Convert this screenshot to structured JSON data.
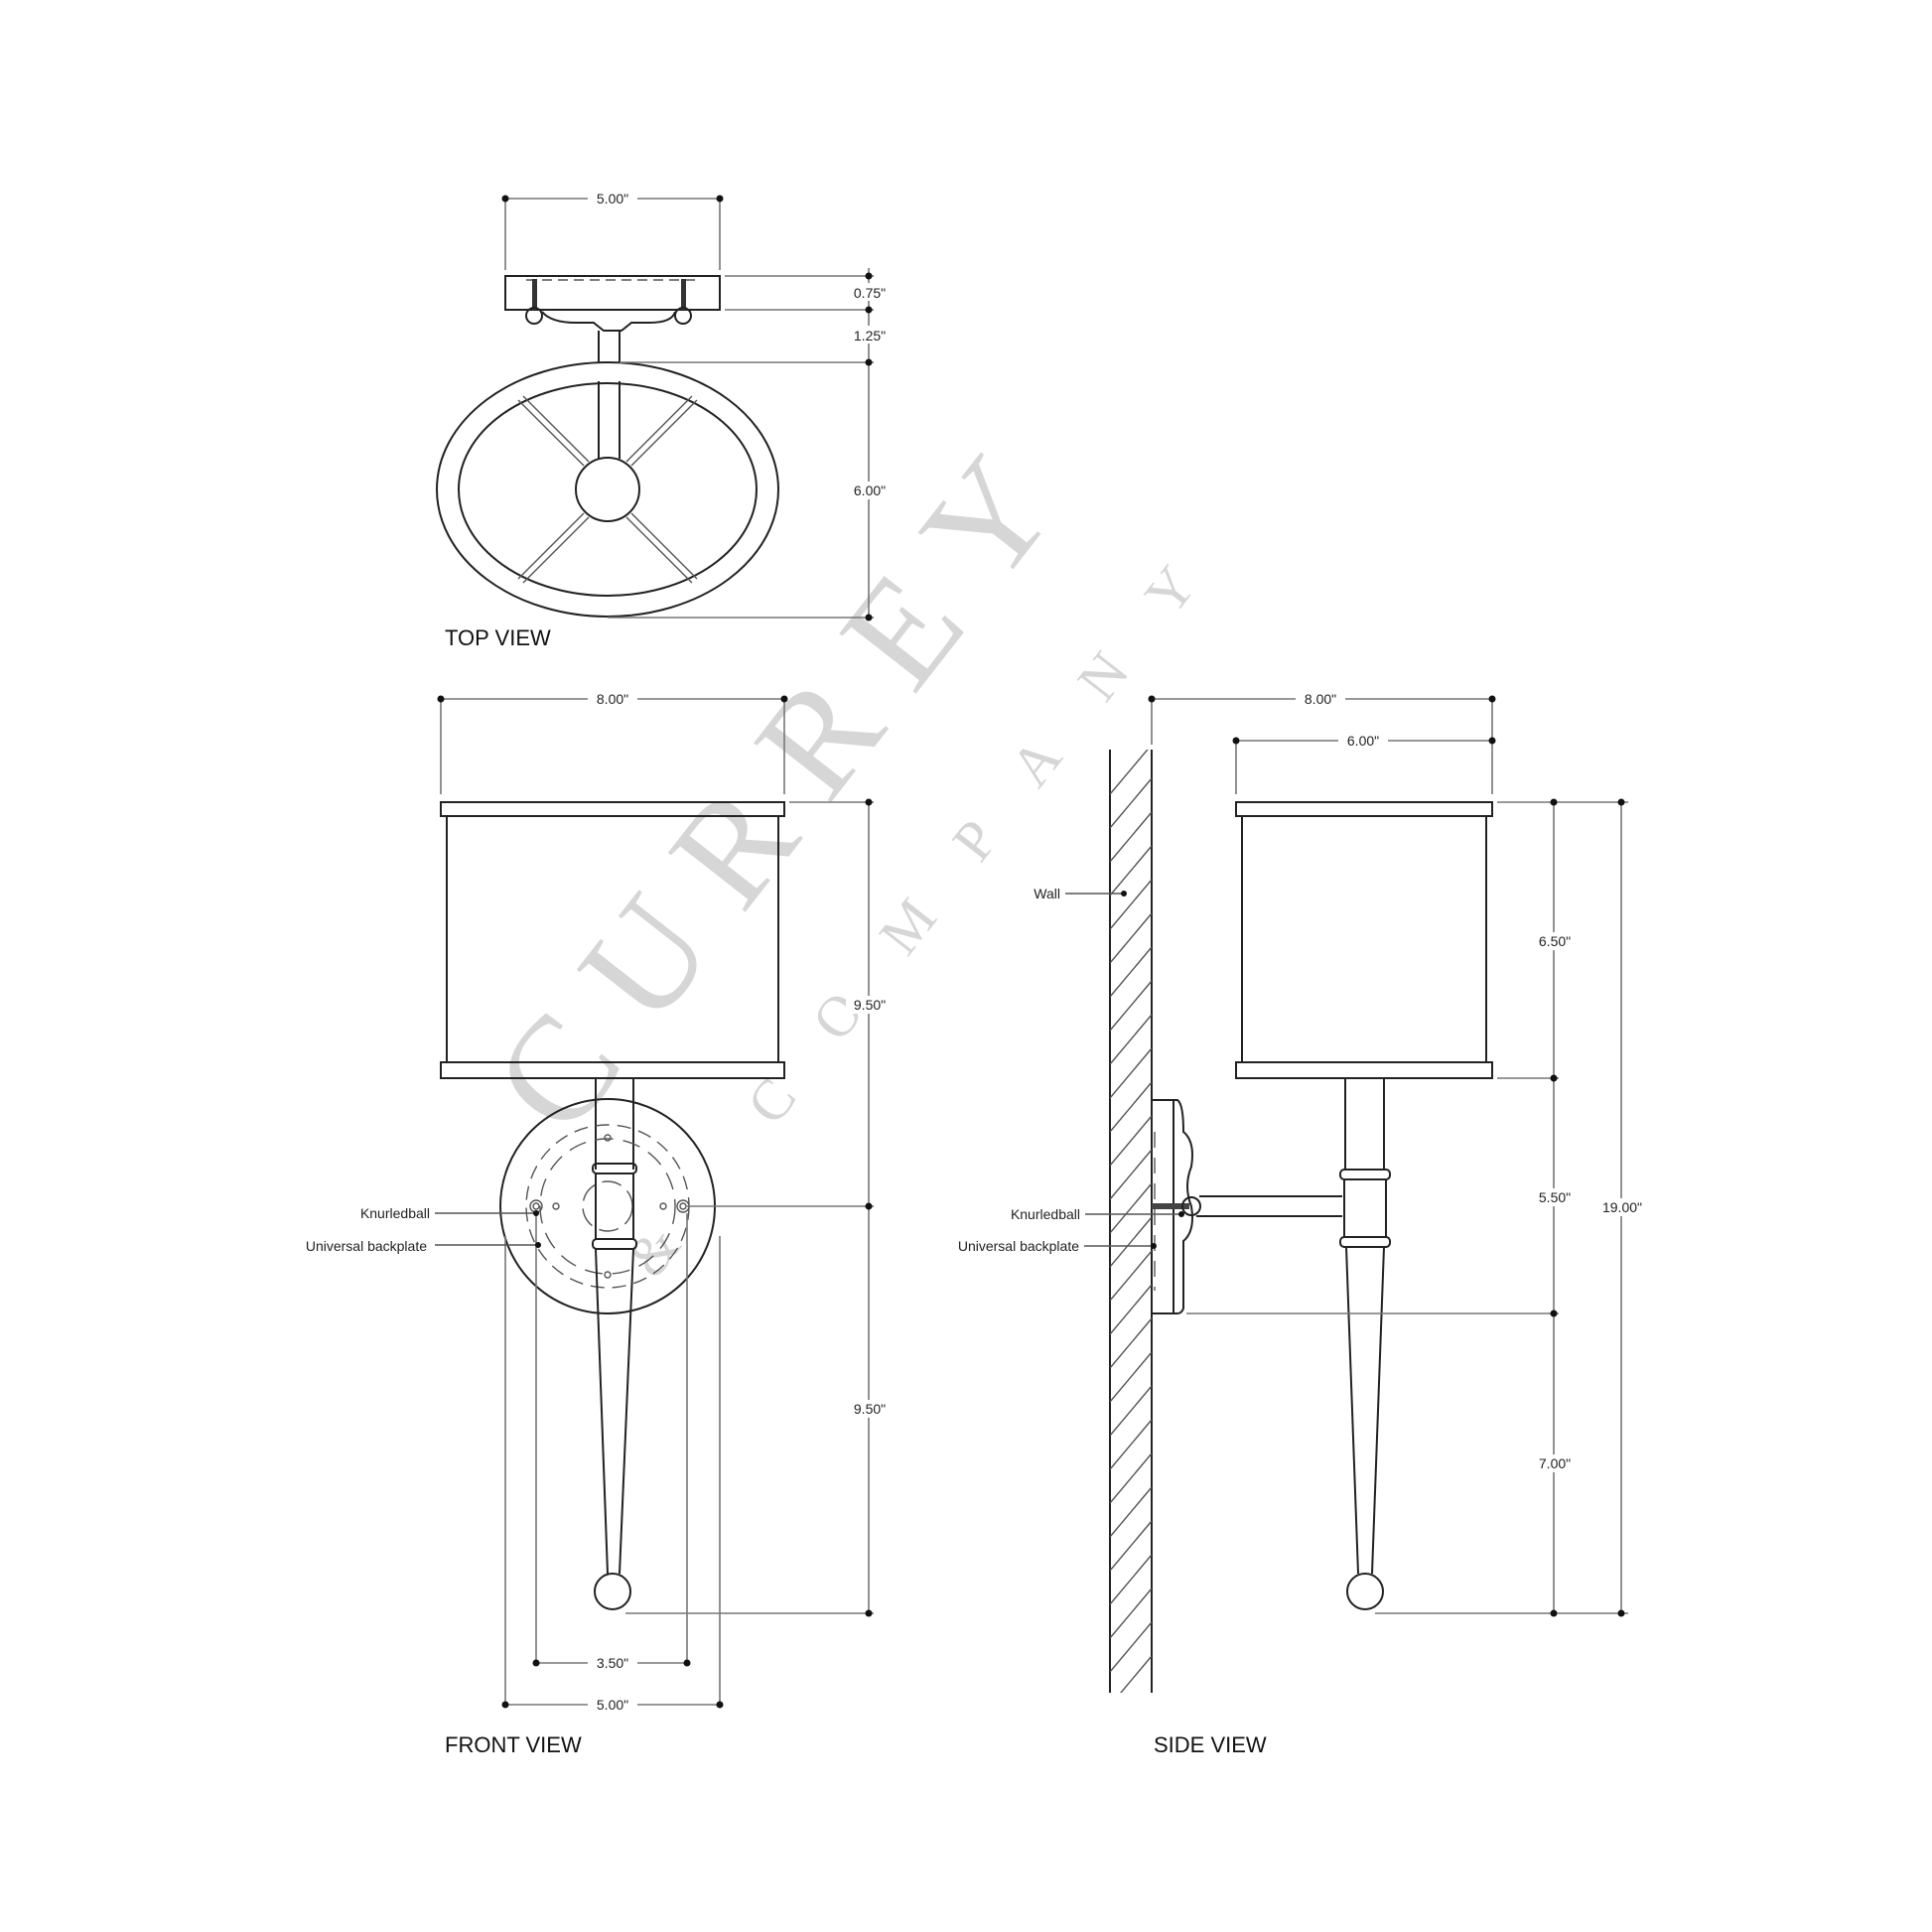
{
  "watermark": {
    "primary": "CURREY",
    "secondary": "& COMPANY",
    "color": "#d6d6d6"
  },
  "views": {
    "top": {
      "title": "TOP VIEW",
      "dims": {
        "width": "5.00\"",
        "backplate_depth": "0.75\"",
        "arm_gap": "1.25\"",
        "shade_depth": "6.00\""
      }
    },
    "front": {
      "title": "FRONT VIEW",
      "dims": {
        "shade_width": "8.00\"",
        "upper_height": "9.50\"",
        "lower_height": "9.50\"",
        "mount_spacing": "3.50\"",
        "backplate_width": "5.00\""
      },
      "callouts": {
        "knurledball": "Knurledball",
        "backplate": "Universal backplate"
      }
    },
    "side": {
      "title": "SIDE VIEW",
      "dims": {
        "overall_extension": "8.00\"",
        "shade_depth": "6.00\"",
        "shade_height": "6.50\"",
        "arm_section": "5.50\"",
        "lower_section": "7.00\"",
        "overall_height": "19.00\""
      },
      "callouts": {
        "wall": "Wall",
        "knurledball": "Knurledball",
        "backplate": "Universal backplate"
      }
    }
  }
}
